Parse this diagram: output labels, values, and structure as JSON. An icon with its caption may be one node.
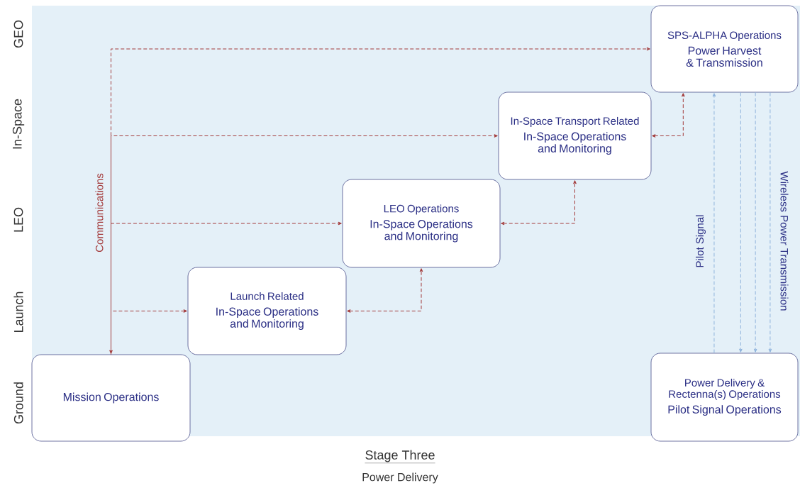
{
  "diagram": {
    "title": "Stage Three",
    "caption": "Power Delivery",
    "nodes": [
      {
        "text": [
          "SPS-ALPHA Operations",
          "Power Harvest & Transmission"
        ]
      },
      {
        "text": [
          "In-Space Transport Related",
          "In-Space Operations and Monitoring"
        ]
      },
      {
        "text": [
          "LEO Operations",
          "In-Space Operations and Monitoring"
        ]
      },
      {
        "text": [
          "Launch Related",
          "In-Space Operations and Monitoring"
        ]
      },
      {
        "text": [
          "Mission Operations"
        ]
      },
      {
        "text": [
          "Power Delivery & Rectenna(s) Operations",
          "Pilot Signal Operations"
        ]
      }
    ],
    "edges": [
      {
        "from": 4,
        "to": 0,
        "arrow": "both"
      },
      {
        "from": 4,
        "to": 1,
        "arrow": "to"
      },
      {
        "from": 4,
        "to": 2,
        "arrow": "to",
        "label": "Communications"
      },
      {
        "from": 4,
        "to": 3,
        "arrow": "to"
      },
      {
        "from": 3,
        "to": 2,
        "arrow": "both"
      },
      {
        "from": 2,
        "to": 1,
        "arrow": "both"
      },
      {
        "from": 1,
        "to": 0,
        "arrow": "both"
      },
      {
        "from": 5,
        "to": 0,
        "arrow": "to",
        "color": "#8fb3dc",
        "label": "Pilot Signal"
      },
      {
        "from": 0,
        "to": 5,
        "arrow": "to",
        "color": "#8fb3dc"
      },
      {
        "from": 0,
        "to": 5,
        "arrow": "to",
        "color": "#8fb3dc"
      },
      {
        "from": 0,
        "to": 5,
        "arrow": "to",
        "color": "#8fb3dc",
        "label": "Wireless Power Transmission"
      }
    ],
    "labels": [
      "GEO",
      "In-Space",
      "LEO",
      "Launch",
      "Ground"
    ]
  }
}
